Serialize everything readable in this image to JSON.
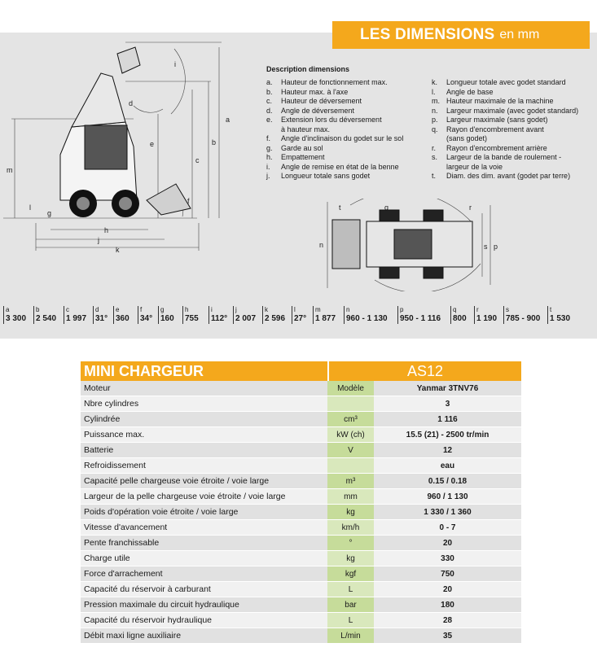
{
  "header": {
    "title_bold": "LES DIMENSIONS",
    "title_unit": "en mm"
  },
  "description": {
    "title": "Description dimensions",
    "left": [
      {
        "key": "a.",
        "text": "Hauteur de fonctionnement max."
      },
      {
        "key": "b.",
        "text": "Hauteur max. à l'axe"
      },
      {
        "key": "c.",
        "text": "Hauteur de déversement"
      },
      {
        "key": "d.",
        "text": "Angle de déversement"
      },
      {
        "key": "e.",
        "text": "Extension lors du déversement"
      },
      {
        "key": "",
        "text": "à hauteur max."
      },
      {
        "key": "f.",
        "text": "Angle d'inclinaison du godet sur le sol"
      },
      {
        "key": "g.",
        "text": "Garde au sol"
      },
      {
        "key": "h.",
        "text": "Empattement"
      },
      {
        "key": "i.",
        "text": "Angle de remise en état de la benne"
      },
      {
        "key": "j.",
        "text": "Longueur totale sans godet"
      }
    ],
    "right": [
      {
        "key": "k.",
        "text": "Longueur totale avec godet standard"
      },
      {
        "key": "l.",
        "text": "Angle de base"
      },
      {
        "key": "m.",
        "text": "Hauteur maximale de la machine"
      },
      {
        "key": "n.",
        "text": "Largeur maximale (avec godet standard)"
      },
      {
        "key": "p.",
        "text": "Largeur maximale (sans godet)"
      },
      {
        "key": "q.",
        "text": "Rayon d'encombrement avant"
      },
      {
        "key": "",
        "text": "(sans godet)"
      },
      {
        "key": "r.",
        "text": "Rayon d'encombrement arrière"
      },
      {
        "key": "s.",
        "text": "Largeur de la bande de roulement -"
      },
      {
        "key": "",
        "text": "largeur de la voie"
      },
      {
        "key": "t.",
        "text": "Diam. des dim. avant (godet par terre)"
      }
    ]
  },
  "diagram_labels": {
    "a": "a",
    "b": "b",
    "c": "c",
    "d": "d",
    "e": "e",
    "f": "f",
    "g": "g",
    "h": "h",
    "i": "i",
    "j": "j",
    "k": "k",
    "l": "l",
    "m": "m",
    "n": "n",
    "p": "p",
    "q": "q",
    "r": "r",
    "s": "s",
    "t": "t"
  },
  "dimensions": [
    {
      "key": "a",
      "value": "3 300"
    },
    {
      "key": "b",
      "value": "2 540"
    },
    {
      "key": "c",
      "value": "1 997"
    },
    {
      "key": "d",
      "value": "31°"
    },
    {
      "key": "e",
      "value": "360"
    },
    {
      "key": "f",
      "value": "34°"
    },
    {
      "key": "g",
      "value": "160"
    },
    {
      "key": "h",
      "value": "755"
    },
    {
      "key": "i",
      "value": "112°"
    },
    {
      "key": "j",
      "value": "2 007"
    },
    {
      "key": "k",
      "value": "2 596"
    },
    {
      "key": "l",
      "value": "27°"
    },
    {
      "key": "m",
      "value": "1 877"
    },
    {
      "key": "n",
      "value": "960 - 1 130"
    },
    {
      "key": "p",
      "value": "950 - 1 116"
    },
    {
      "key": "q",
      "value": "800"
    },
    {
      "key": "r",
      "value": "1 190"
    },
    {
      "key": "s",
      "value": "785 - 900"
    },
    {
      "key": "t",
      "value": "1 530"
    }
  ],
  "spec": {
    "name": "MINI CHARGEUR",
    "model": "AS12",
    "rows": [
      {
        "label": "Moteur",
        "unit": "Modèle",
        "value": "Yanmar 3TNV76"
      },
      {
        "label": "Nbre cylindres",
        "unit": "",
        "value": "3"
      },
      {
        "label": "Cylindrée",
        "unit": "cm³",
        "value": "1 116"
      },
      {
        "label": "Puissance max.",
        "unit": "kW (ch)",
        "value": "15.5 (21) - 2500 tr/min"
      },
      {
        "label": "Batterie",
        "unit": "V",
        "value": "12"
      },
      {
        "label": "Refroidissement",
        "unit": "",
        "value": "eau"
      },
      {
        "label": "Capacité pelle chargeuse voie étroite / voie large",
        "unit": "m³",
        "value": "0.15 / 0.18"
      },
      {
        "label": "Largeur de la pelle chargeuse voie étroite / voie large",
        "unit": "mm",
        "value": "960 / 1 130"
      },
      {
        "label": "Poids d'opération voie étroite / voie large",
        "unit": "kg",
        "value": "1 330 / 1 360"
      },
      {
        "label": "Vitesse d'avancement",
        "unit": "km/h",
        "value": "0 - 7"
      },
      {
        "label": "Pente franchissable",
        "unit": "°",
        "value": "20"
      },
      {
        "label": "Charge utile",
        "unit": "kg",
        "value": "330"
      },
      {
        "label": "Force d'arrachement",
        "unit": "kgf",
        "value": "750"
      },
      {
        "label": "Capacité du réservoir à carburant",
        "unit": "L",
        "value": "20"
      },
      {
        "label": "Pression maximale du circuit hydraulique",
        "unit": "bar",
        "value": "180"
      },
      {
        "label": "Capacité du réservoir hydraulique",
        "unit": "L",
        "value": "28"
      },
      {
        "label": "Débit maxi ligne auxiliaire",
        "unit": "L/min",
        "value": "35"
      }
    ]
  }
}
